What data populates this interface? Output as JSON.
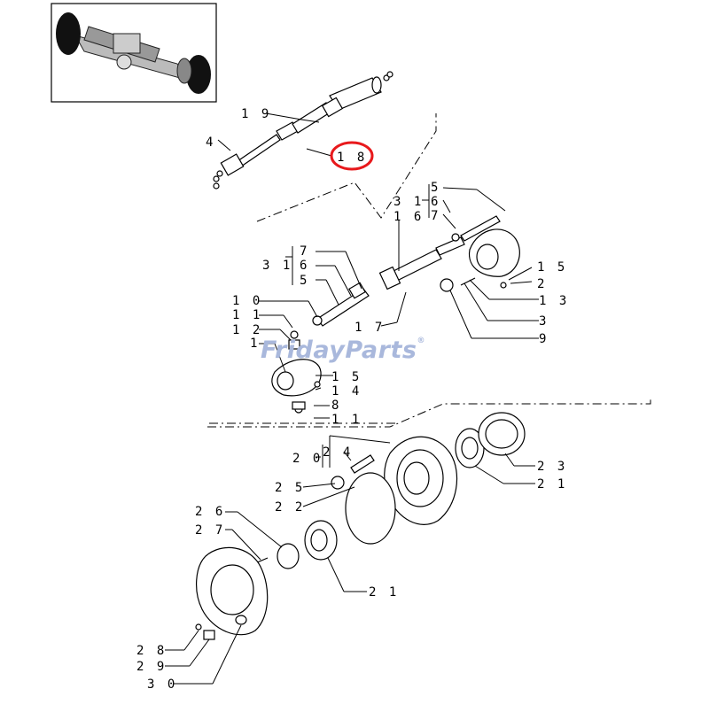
{
  "diagram": {
    "highlight_color": "#e8191c",
    "highlighted_callout": "1 8",
    "inset": {
      "icon": "tractor-front-axle-thumbnail-icon"
    },
    "watermark": {
      "text": "FridayParts",
      "trademark": "®",
      "color": "#a9b8dc"
    },
    "callouts": {
      "c19": "1 9",
      "c4a": "4",
      "c18": "1 8",
      "c5a": "5",
      "c31a": "3 1",
      "c6a": "6",
      "c16": "1 6",
      "c7a": "7",
      "c15a": "1 5",
      "c2": "2",
      "c13": "1 3",
      "c3": "3",
      "c9": "9",
      "c7b": "7",
      "c31b": "3 1",
      "c6b": "6",
      "c5b": "5",
      "c10": "1 0",
      "c11a": "1 1",
      "c12": "1 2",
      "c1": "1",
      "c17": "1 7",
      "c15b": "1 5",
      "c14": "1 4",
      "c8": "8",
      "c11b": "1 1",
      "c20": "2 0",
      "c24": "2 4",
      "c25": "2 5",
      "c22": "2 2",
      "c23": "2 3",
      "c21a": "2 1",
      "c26": "2 6",
      "c27": "2 7",
      "c21b": "2 1",
      "c28": "2 8",
      "c29": "2 9",
      "c30": "3 0"
    }
  }
}
